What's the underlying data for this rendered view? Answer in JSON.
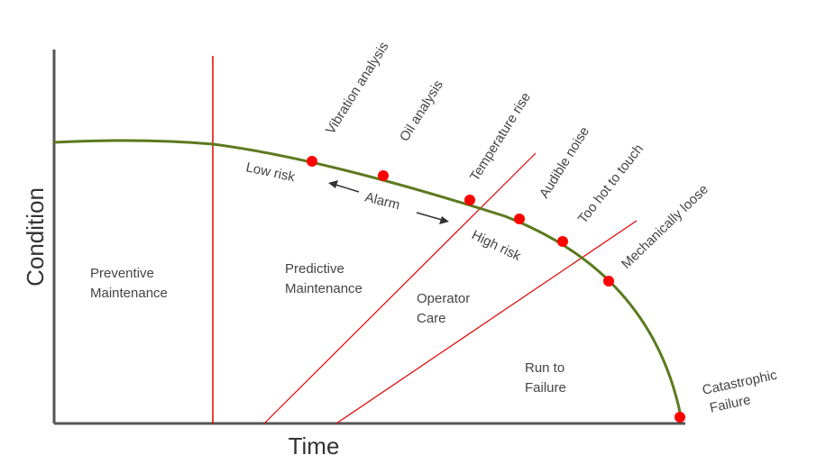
{
  "axes": {
    "x_title": "Time",
    "y_title": "Condition"
  },
  "colors": {
    "curve": "#5b7a1f",
    "marker": "#ff0000",
    "divider": "#e00000",
    "axis": "#555555",
    "text": "#444444"
  },
  "zones": {
    "preventive": [
      "Preventive",
      "Maintenance"
    ],
    "predictive": [
      "Predictive",
      "Maintenance"
    ],
    "operator": [
      "Operator",
      "Care"
    ],
    "run_to_failure": [
      "Run to",
      "Failure"
    ]
  },
  "risk": {
    "low": "Low risk",
    "alarm": "Alarm",
    "high": "High risk"
  },
  "indicators": [
    "Vibration analysis",
    "Oil analysis",
    "Temperature rise",
    "Audible noise",
    "Too hot to touch",
    "Mechanically loose"
  ],
  "failure": [
    "Catastrophic",
    "Failure"
  ]
}
